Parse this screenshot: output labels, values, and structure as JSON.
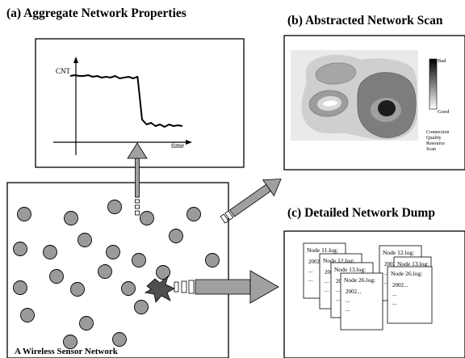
{
  "panels": {
    "a": {
      "title": "(a) Aggregate Network Properties"
    },
    "b": {
      "title": "(b) Abstracted Network Scan"
    },
    "c": {
      "title": "(c) Detailed Network Dump"
    }
  },
  "chart_data": {
    "type": "line",
    "xlabel": "time",
    "ylabel": "CNT",
    "series": [
      {
        "values": [
          0.82,
          0.83,
          0.82,
          0.82,
          0.83,
          0.81,
          0.82,
          0.8,
          0.81,
          0.8,
          0.82,
          0.79,
          0.8,
          0.81,
          0.79,
          0.81,
          0.28,
          0.22,
          0.24,
          0.2,
          0.22,
          0.19,
          0.22,
          0.2,
          0.21,
          0.2
        ]
      }
    ]
  },
  "scan": {
    "legend_top": "Bad",
    "legend_bottom": "Good",
    "caption": [
      "Connection",
      "Quality",
      "Resource",
      "Scan"
    ]
  },
  "logs": [
    {
      "name": "Node 11.log:",
      "lines": [
        "2002...",
        "...",
        "..."
      ]
    },
    {
      "name": "Node 12.log:",
      "lines": [
        "2002...",
        "...",
        "..."
      ]
    },
    {
      "name": "Node 12.log:",
      "lines": [
        "2002...",
        "...",
        "..."
      ]
    },
    {
      "name": "Node 13.log:",
      "lines": [
        "2002...",
        "...",
        "..."
      ]
    },
    {
      "name": "Node 13.log:",
      "lines": [
        "2002...",
        "...",
        "..."
      ]
    },
    {
      "name": "Node 26.log:",
      "lines": [
        "2002...",
        "...",
        "..."
      ]
    },
    {
      "name": "Node 26.log:",
      "lines": [
        "2002...",
        "...",
        "..."
      ]
    }
  ],
  "network": {
    "label": "A Wireless Sensor Network",
    "node_count": 23
  }
}
